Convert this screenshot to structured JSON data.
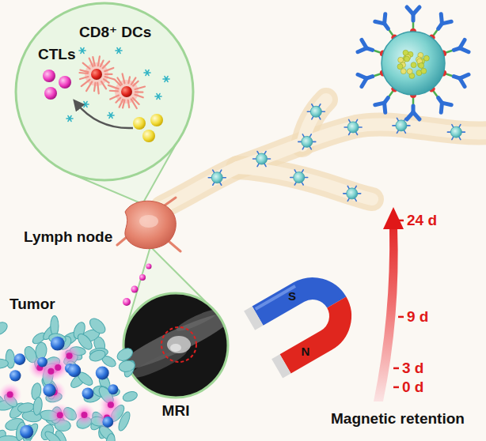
{
  "diagram": {
    "labels": [
      "CTLs",
      "CD8⁺ DCs",
      "Lymph node",
      "Tumor",
      "MRI",
      "Magnetic retention",
      "24 d",
      "9 d",
      "3 d",
      "0 d",
      "S",
      "N"
    ]
  }
}
